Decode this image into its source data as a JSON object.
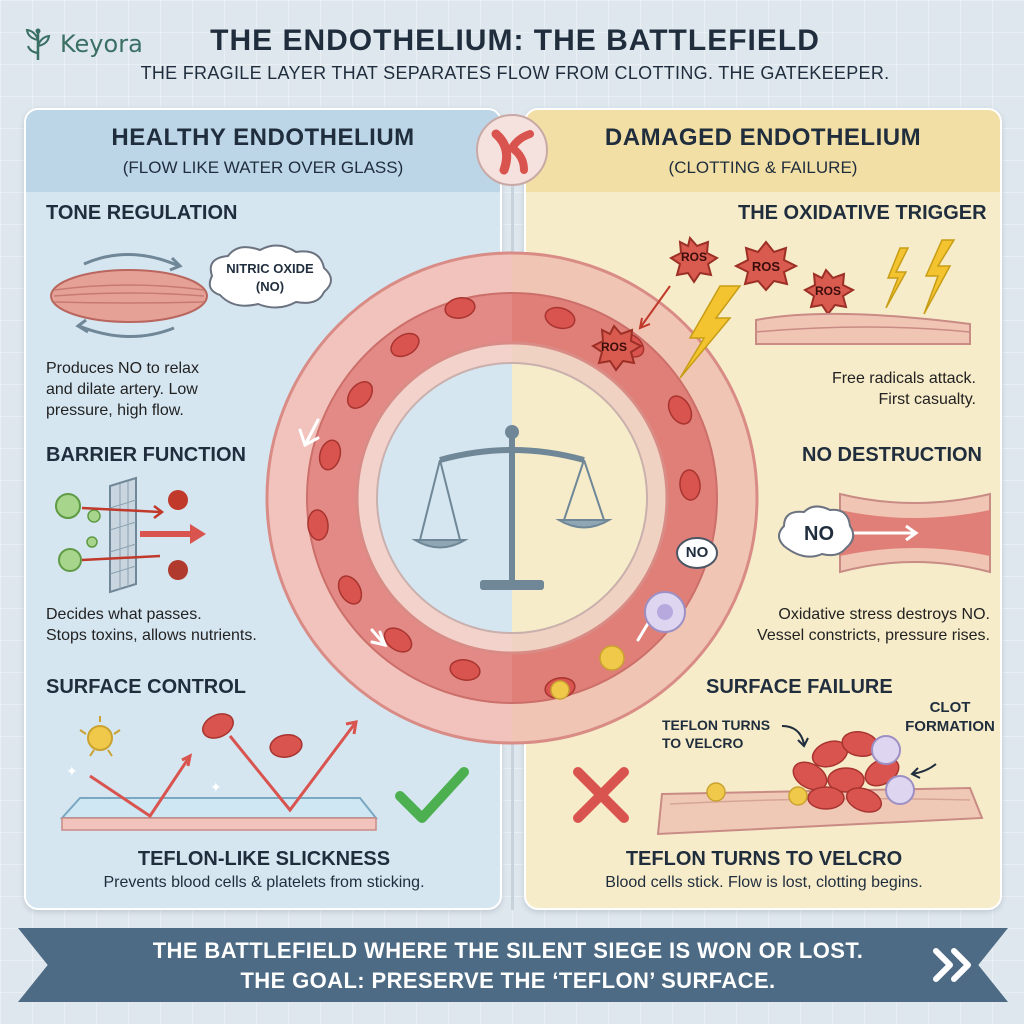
{
  "brand": {
    "name": "Keyora"
  },
  "header": {
    "title": "THE ENDOTHELIUM: THE BATTLEFIELD",
    "subtitle": "THE FRAGILE LAYER THAT SEPARATES FLOW FROM CLOTTING. THE GATEKEEPER."
  },
  "left": {
    "title": "HEALTHY ENDOTHELIUM",
    "subtitle": "(FLOW LIKE WATER OVER GLASS)",
    "tone": {
      "title": "TONE REGULATION",
      "bubble_line1": "NITRIC OXIDE",
      "bubble_line2": "(NO)",
      "text_lines": [
        "Produces NO to relax",
        "and dilate artery. Low",
        "pressure, high flow."
      ]
    },
    "barrier": {
      "title": "BARRIER FUNCTION",
      "text_lines": [
        "Decides what passes.",
        "Stops toxins, allows nutrients."
      ]
    },
    "surface": {
      "title": "SURFACE CONTROL",
      "caption_title": "TEFLON-LIKE SLICKNESS",
      "caption_text": "Prevents blood cells & platelets from sticking."
    }
  },
  "right": {
    "title": "DAMAGED ENDOTHELIUM",
    "subtitle": "(CLOTTING & FAILURE)",
    "oxidative": {
      "title": "THE OXIDATIVE TRIGGER",
      "ros_label": "ROS",
      "text_lines": [
        "Free radicals attack.",
        "First casualty."
      ]
    },
    "no_destruction": {
      "title": "NO DESTRUCTION",
      "cloud_label": "NO",
      "text_lines": [
        "Oxidative stress destroys NO.",
        "Vessel constricts, pressure rises."
      ]
    },
    "surface": {
      "title": "SURFACE FAILURE",
      "label_teflon_line1": "TEFLON TURNS",
      "label_teflon_line2": "TO VELCRO",
      "label_clot_line1": "CLOT",
      "label_clot_line2": "FORMATION",
      "caption_title": "TEFLON TURNS TO VELCRO",
      "caption_text": "Blood cells stick. Flow is lost, clotting begins."
    }
  },
  "center": {
    "no_label": "NO"
  },
  "footer": {
    "line1": "THE BATTLEFIELD WHERE THE SILENT SIEGE IS WON OR LOST.",
    "line2": "THE GOAL: PRESERVE THE ‘TEFLON’ SURFACE."
  },
  "colors": {
    "healthy_bg": "#d5e6f1",
    "damaged_bg": "#f7ecc9",
    "vessel_red": "#e48a86",
    "rbc_red": "#d9544f",
    "footer_bg": "#4d6b84",
    "check_green": "#4caf50",
    "cross_red": "#d9534f"
  }
}
